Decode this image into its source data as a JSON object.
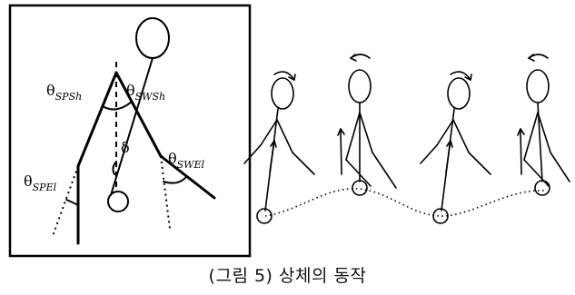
{
  "labels": {
    "theta": "θ",
    "sps_sub": "SPSh",
    "sws_sub": "SWSh",
    "swe_sub": "SWEl",
    "spe_sub": "SPEl",
    "delta": "δ"
  },
  "caption": "(그림 5) 상체의 동작"
}
